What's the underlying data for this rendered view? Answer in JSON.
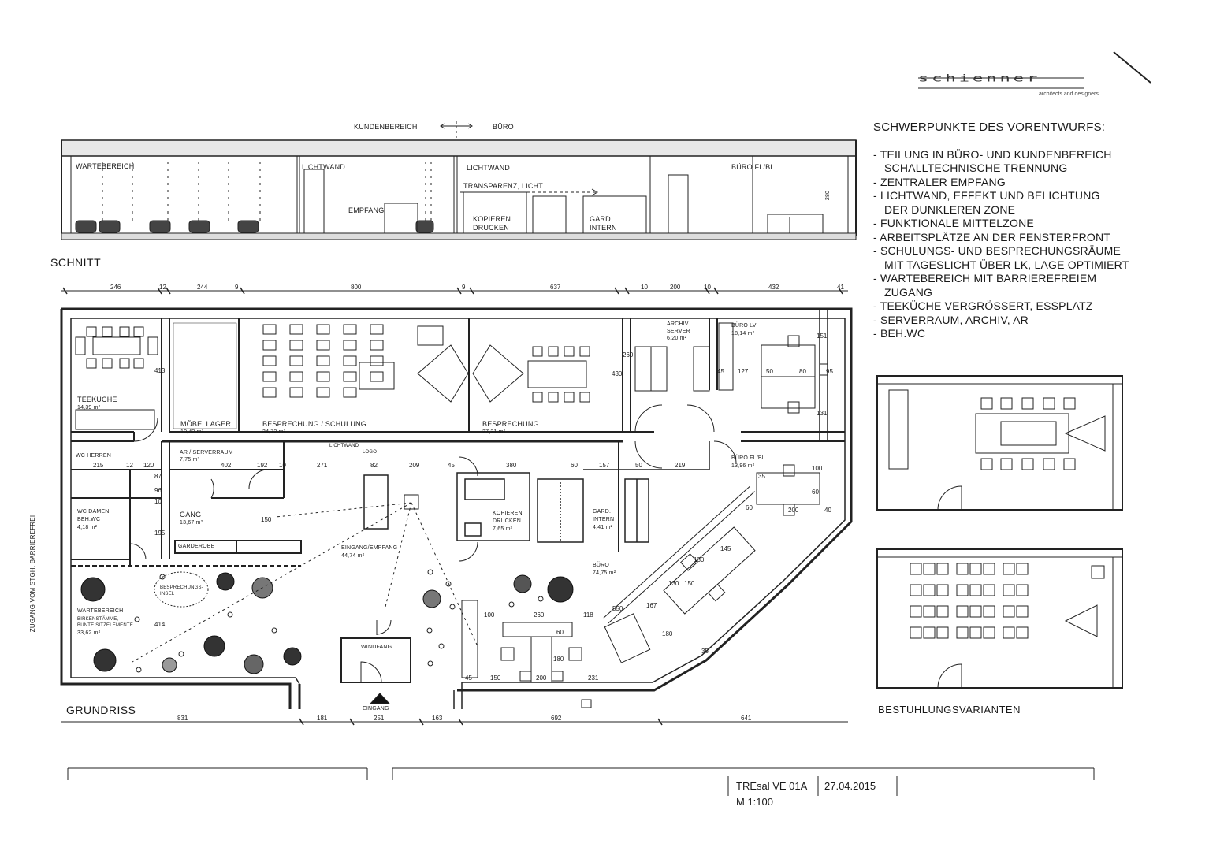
{
  "logo": {
    "name": "schienner",
    "tagline": "architects and designers"
  },
  "section": {
    "heading": "SCHNITT",
    "top_labels": {
      "left": "KUNDENBEREICH",
      "right": "BÜRO"
    },
    "labels": {
      "wartebereich": "WARTEBEREICH",
      "lichtwand1": "LICHTWAND",
      "empfang": "EMPFANG",
      "lichtwand2": "LICHTWAND",
      "transparenz": "TRANSPARENZ, LICHT",
      "kopieren": "KOPIEREN",
      "drucken": "DRUCKEN",
      "gard": "GARD.",
      "intern": "INTERN",
      "buero": "BÜRO FL/BL",
      "height": "280"
    }
  },
  "plan": {
    "heading": "GRUNDRISS",
    "side_label": "ZUGANG VOM STGH, BARRIEREFREI",
    "entrance_label": "EINGANG",
    "top_dims": [
      "246",
      "12",
      "244",
      "9",
      "800",
      "9",
      "637",
      "10",
      "200",
      "10",
      "432",
      "41"
    ],
    "bottom_dims": [
      "831",
      "181",
      "251",
      "163",
      "692",
      "641"
    ],
    "rooms": {
      "teekueche": {
        "name": "TEEKÜCHE",
        "area": "14,39 m²"
      },
      "moebellager": {
        "name": "MÖBELLAGER",
        "area": "10,42 m²"
      },
      "besprechung_schulung": {
        "name": "BESPRECHUNG / SCHULUNG",
        "area": "34,72 m²"
      },
      "besprechung": {
        "name": "BESPRECHUNG",
        "area": "27,31 m²"
      },
      "archiv": {
        "name1": "ARCHIV",
        "name2": "SERVER",
        "area": "6,20 m²"
      },
      "buero_lv": {
        "name": "BÜRO LV",
        "area": "18,14 m²"
      },
      "wc_herren": {
        "name": "WC HERREN"
      },
      "ar_serverraum": {
        "name": "AR / SERVERRAUM",
        "area": "7,75 m²"
      },
      "buero_flbl": {
        "name": "BÜRO FL/BL",
        "area": "13,96 m²"
      },
      "wc_damen": {
        "name1": "WC DAMEN",
        "name2": "BEH.WC",
        "area": "4,18 m²"
      },
      "gang": {
        "name": "GANG",
        "area": "13,67 m²"
      },
      "garderobe": {
        "name": "GARDEROBE"
      },
      "kopieren": {
        "name1": "KOPIEREN",
        "name2": "DRUCKEN",
        "area": "7,65 m²"
      },
      "gard_intern": {
        "name1": "GARD.",
        "name2": "INTERN",
        "area": "4,41 m²"
      },
      "eingang_empfang": {
        "name": "EINGANG/EMPFANG",
        "area": "44,74 m²"
      },
      "buero": {
        "name": "BÜRO",
        "area": "74,75 m²"
      },
      "wartebereich": {
        "name": "WARTEBEREICH",
        "sub1": "BIRKENSTÄMME,",
        "sub2": "BUNTE SITZELEMENTE",
        "area": "33,62 m²"
      },
      "besprechungsinsel": {
        "name1": "BESPRECHUNGS-",
        "name2": "INSEL"
      },
      "windfang": {
        "name": "WINDFANG"
      },
      "lichtwand": {
        "name": "LICHTWAND"
      },
      "logo": {
        "name": "LOGO"
      }
    },
    "inner_dims": [
      "271",
      "82",
      "209",
      "45",
      "380",
      "60",
      "157",
      "50",
      "219",
      "402",
      "192",
      "10",
      "120",
      "12",
      "215",
      "87",
      "96",
      "10",
      "150",
      "195",
      "414",
      "413",
      "430",
      "260",
      "45",
      "127",
      "50",
      "80",
      "95",
      "151",
      "131",
      "100",
      "60",
      "200",
      "40",
      "35",
      "100",
      "260",
      "118",
      "150",
      "200",
      "231",
      "45",
      "180",
      "550",
      "60",
      "60",
      "145",
      "130",
      "150",
      "130",
      "167",
      "180",
      "35"
    ]
  },
  "notes": {
    "title": "SCHWERPUNKTE DES VORENTWURFS:",
    "items": [
      [
        "- TEILUNG IN BÜRO- UND KUNDENBEREICH",
        "SCHALLTECHNISCHE TRENNUNG"
      ],
      [
        "- ZENTRALER EMPFANG"
      ],
      [
        "- LICHTWAND, EFFEKT UND BELICHTUNG",
        "DER DUNKLEREN ZONE"
      ],
      [
        "- FUNKTIONALE MITTELZONE"
      ],
      [
        "- ARBEITSPLÄTZE AN DER FENSTERFRONT"
      ],
      [
        "- SCHULUNGS- UND BESPRECHUNGSRÄUME",
        "MIT TAGESLICHT ÜBER LK, LAGE OPTIMIERT"
      ],
      [
        "- WARTEBEREICH MIT BARRIEREFREIEM",
        "ZUGANG"
      ],
      [
        "- TEEKÜCHE VERGRÖSSERT, ESSPLATZ"
      ],
      [
        "- SERVERRAUM, ARCHIV, AR"
      ],
      [
        "- BEH.WC"
      ]
    ]
  },
  "variants": {
    "heading": "BESTUHLUNGSVARIANTEN"
  },
  "footer": {
    "project": "TREsal VE 01A",
    "date": "27.04.2015",
    "scale": "M 1:100"
  }
}
